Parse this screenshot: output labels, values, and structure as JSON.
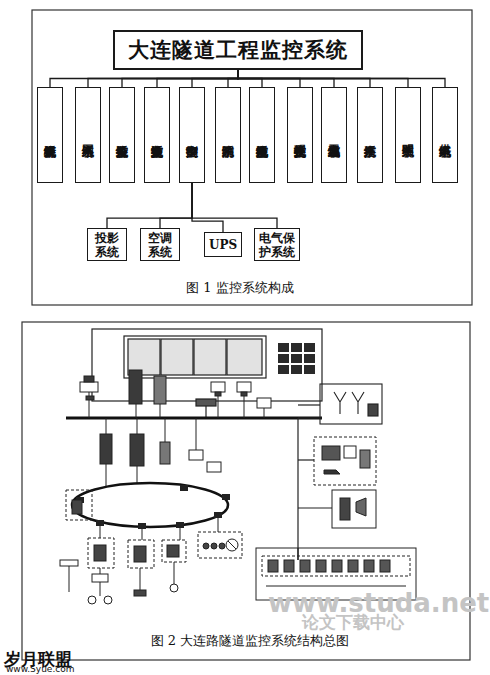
{
  "diagram": {
    "caption": "图 1 监控系统构成",
    "nodes": [
      {
        "text": [
          "大连隧道工程监控系统"
        ]
      },
      {
        "text": [
          "中央计算机系统"
        ]
      },
      {
        "text": [
          "网络系统"
        ]
      },
      {
        "text": [
          "设备监控系统"
        ]
      },
      {
        "text": [
          "交通监控系统"
        ]
      },
      {
        "text": [
          "中央控制室"
        ]
      },
      {
        "text": [
          "消防系统"
        ]
      },
      {
        "text": [
          "电视监控系统"
        ]
      },
      {
        "text": [
          "程控交换系统"
        ]
      },
      {
        "text": [
          "无线通信系统"
        ]
      },
      {
        "text": [
          "广播系统"
        ]
      },
      {
        "text": [
          "照明系统"
        ]
      },
      {
        "text": [
          "供电系统"
        ]
      },
      {
        "text": [
          "投影系统"
        ]
      },
      {
        "text": [
          "空调系统"
        ]
      },
      {
        "text": [
          "UPS"
        ]
      },
      {
        "text": [
          "电气保护系统"
        ]
      }
    ],
    "edges": [
      {
        "from": 0,
        "to": 1,
        "arrow": "none"
      },
      {
        "from": 0,
        "to": 2,
        "arrow": "none"
      },
      {
        "from": 0,
        "to": 3,
        "arrow": "none"
      },
      {
        "from": 0,
        "to": 4,
        "arrow": "none"
      },
      {
        "from": 0,
        "to": 5,
        "arrow": "none"
      },
      {
        "from": 0,
        "to": 6,
        "arrow": "none"
      },
      {
        "from": 0,
        "to": 7,
        "arrow": "none"
      },
      {
        "from": 0,
        "to": 8,
        "arrow": "none"
      },
      {
        "from": 0,
        "to": 9,
        "arrow": "none"
      },
      {
        "from": 0,
        "to": 10,
        "arrow": "none"
      },
      {
        "from": 0,
        "to": 11,
        "arrow": "none"
      },
      {
        "from": 0,
        "to": 12,
        "arrow": "none"
      },
      {
        "from": 5,
        "to": 13,
        "arrow": "none"
      },
      {
        "from": 5,
        "to": 14,
        "arrow": "none"
      },
      {
        "from": 5,
        "to": 15,
        "arrow": "none"
      },
      {
        "from": 5,
        "to": 16,
        "arrow": "none"
      }
    ],
    "labels": [
      "图 2 大连路隧道监控系统结构总图",
      "www.studa.net",
      "论文下载中心",
      "岁月联盟",
      "www.Syue.com"
    ]
  }
}
